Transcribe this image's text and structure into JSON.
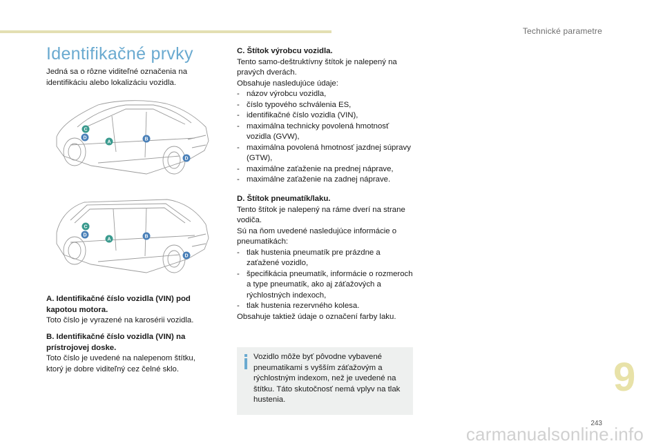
{
  "header": {
    "chapter_title": "Technické parametre"
  },
  "page_title": "Identifikačné prvky",
  "intro": "Jedná sa o rôzne viditeľné označenia na identifikáciu alebo lokalizáciu vozidla.",
  "markers": {
    "a": "A",
    "b": "B",
    "c": "C",
    "d": "D"
  },
  "colors": {
    "marker_green": "#3a9a8e",
    "marker_blue": "#4a80b8",
    "title_blue": "#6aaad0",
    "accent": "#e3dfb2"
  },
  "sections": {
    "a": {
      "title": "A. Identifikačné číslo vozidla (VIN) pod kapotou motora.",
      "body": "Toto číslo je vyrazené na karosérii vozidla."
    },
    "b": {
      "title": "B. Identifikačné číslo vozidla (VIN) na prístrojovej doske.",
      "body": "Toto číslo je uvedené na nalepenom štítku, ktorý je dobre viditeľný cez čelné sklo."
    },
    "c": {
      "title": "C. Štítok výrobcu vozidla.",
      "body": "Tento samo-deštruktívny štítok je nalepený na pravých dverách.",
      "list_intro": "Obsahuje nasledujúce údaje:",
      "items": [
        "názov výrobcu vozidla,",
        "číslo typového schválenia ES,",
        "identifikačné číslo vozidla (VIN),",
        "maximálna technicky povolená hmotnosť vozidla (GVW),",
        "maximálna povolená hmotnosť jazdnej súpravy (GTW),",
        "maximálne zaťaženie na prednej náprave,",
        "maximálne zaťaženie na zadnej náprave."
      ]
    },
    "d": {
      "title": "D. Štítok pneumatík/laku.",
      "body": "Tento štítok je nalepený na ráme dverí na strane vodiča.",
      "list_intro": "Sú na ňom uvedené nasledujúce informácie o pneumatikách:",
      "items": [
        "tlak hustenia pneumatík pre prázdne a zaťažené vozidlo,",
        "špecifikácia pneumatík, informácie o rozmeroch a type pneumatík, ako aj záťažových a rýchlostných indexoch,",
        "tlak hustenia rezervného kolesa."
      ],
      "outro": "Obsahuje taktiež údaje o označení farby laku."
    }
  },
  "info_box": {
    "icon": "info-icon",
    "text": "Vozidlo môže byť pôvodne vybavené pneumatikami s vyšším záťažovým a rýchlostným indexom, než je uvedené na štítku. Táto skutočnosť nemá vplyv na tlak hustenia."
  },
  "chapter_number": "9",
  "page_number": "243",
  "watermark": "carmanualsonline.info"
}
